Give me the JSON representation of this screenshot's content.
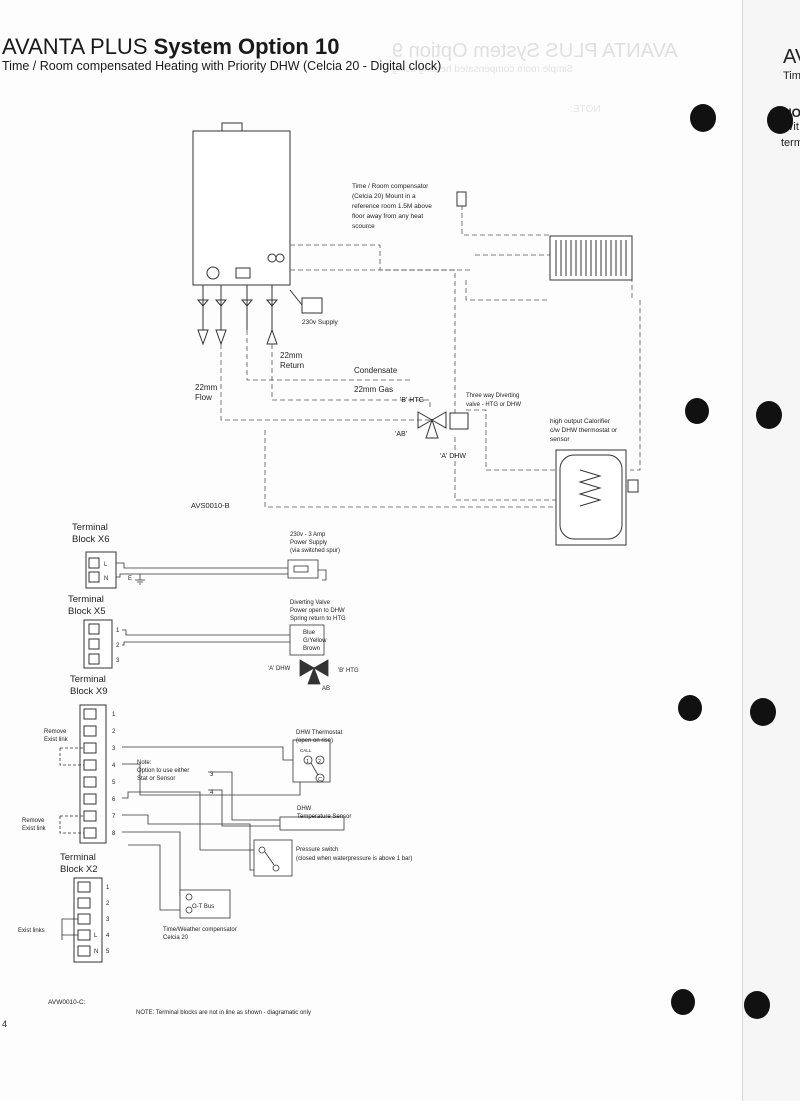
{
  "header": {
    "title_prefix": "AVANTA PLUS",
    "title_bold": "System Option 10",
    "subtitle": "Time / Room compensated Heating with Priority DHW (Celcia 20 - Digital clock)",
    "ghost_title": "AVANTA PLUS System Option 9",
    "ghost_subtitle": "Simple room compensated heating using",
    "ghost_note": "NOTE:"
  },
  "next_page": {
    "title_fragment": "AV",
    "subtitle_fragment": "Tim",
    "note_fragment": "NO",
    "line1_fragment": "Wit",
    "line2_fragment": "term"
  },
  "diagram1": {
    "compensator_note": [
      "Time / Room compensator",
      "(Celcia 20) Mount in a",
      "reference room 1.5M above",
      "floor away from any heat",
      "scource"
    ],
    "supply": "230v Supply",
    "return": [
      "22mm",
      "Return"
    ],
    "flow": [
      "22mm",
      "Flow"
    ],
    "condensate": "Condensate",
    "gas": "22mm Gas",
    "htg": "'B' HTG",
    "ab": "'AB'",
    "dhw": "'A' DHW",
    "diverting_note": [
      "Three way Diverting",
      "valve - HTG or DHW"
    ],
    "calorifier_note": [
      "high output Calorifier",
      "c/w DHW thermostat or",
      "sensor"
    ],
    "ref": "AVS0010-B"
  },
  "diagram2": {
    "x6": {
      "title": [
        "Terminal",
        "Block X6"
      ],
      "terminals": [
        "L",
        "N"
      ],
      "earth": "E"
    },
    "power_supply": [
      "230v - 3 Amp",
      "Power Supply",
      "(via switched spur)"
    ],
    "x5": {
      "title": [
        "Terminal",
        "Block X5"
      ],
      "numbers": [
        "1",
        "2",
        "3"
      ]
    },
    "valve": {
      "note": [
        "Diverting Valve",
        "Power open to DHW",
        "Spring return to HTG"
      ],
      "wires": [
        "Blue",
        "G/Yellow",
        "Brown"
      ],
      "dhw": "'A' DHW",
      "htg": "'B' HTG",
      "ab": "AB"
    },
    "x9": {
      "title": [
        "Terminal",
        "Block X9"
      ],
      "numbers": [
        "1",
        "2",
        "3",
        "4",
        "5",
        "6",
        "7",
        "8"
      ]
    },
    "remove_link_1": [
      "Remove",
      "Exist link"
    ],
    "remove_link_2": [
      "Remove",
      "Exist link"
    ],
    "option_note": [
      "Note:",
      "Option to use either",
      "Stat or Sensor"
    ],
    "option_pins": [
      "3",
      "4"
    ],
    "dhw_thermostat": {
      "note": [
        "DHW Thermostat",
        "(open on rise)"
      ],
      "call": "CALL",
      "pins": [
        "1",
        "2",
        "C"
      ]
    },
    "dhw_sensor": [
      "DHW",
      "Temperature Sensor"
    ],
    "pressure_switch": [
      "Pressure switch",
      "(closed when waterpressure is above 1 bar)"
    ],
    "x2": {
      "title": [
        "Terminal",
        "Block X2"
      ],
      "numbers": [
        "1",
        "2",
        "3",
        "4",
        "5"
      ],
      "letters": [
        "L",
        "N"
      ]
    },
    "exist_links": "Exist links",
    "ot_bus": "O-T Bus",
    "compensator": [
      "Time/Weather compensator",
      "Celcia 20"
    ],
    "ref": "AVW0010-C:",
    "footnote": "NOTE: Terminal blocks are not in line as shown - diagramatic only"
  },
  "page_number": "4"
}
